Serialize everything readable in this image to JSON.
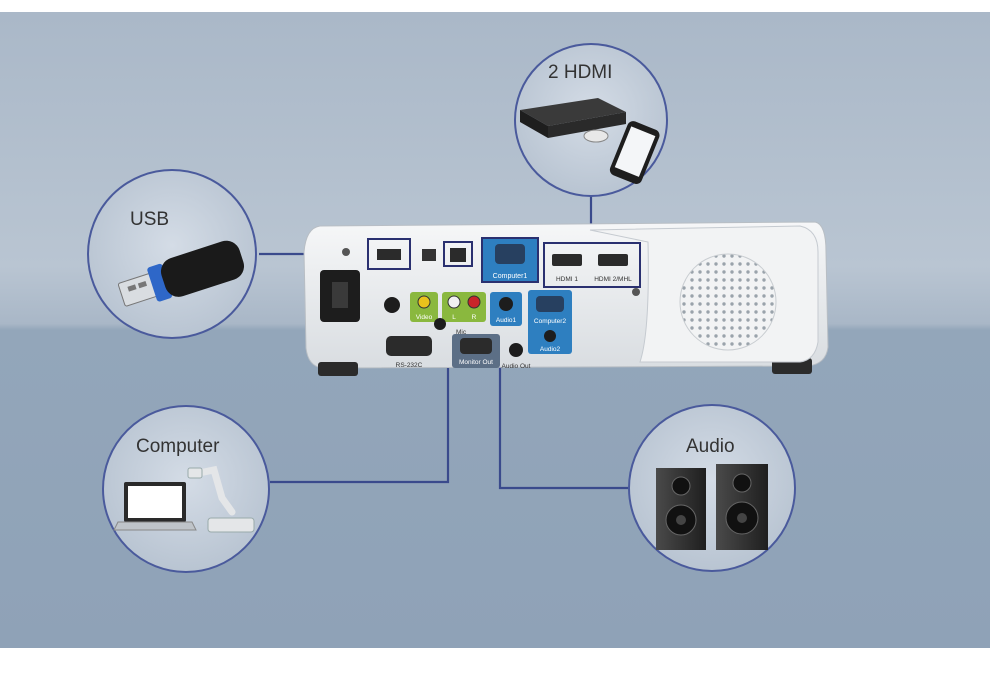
{
  "callouts": {
    "hdmi": {
      "label": "2 HDMI",
      "icon": "hdmi-devices-icon"
    },
    "usb": {
      "label": "USB",
      "icon": "usb-drive-icon"
    },
    "computer": {
      "label": "Computer",
      "icon": "laptop-document-camera-icon"
    },
    "audio": {
      "label": "Audio",
      "icon": "speakers-icon"
    }
  },
  "projector": {
    "ports": {
      "hdmi1": "HDMI 1",
      "hdmi2": "HDMI 2/MHL",
      "computer1": "Computer1",
      "computer2": "Computer2",
      "audio1": "Audio1",
      "audio2": "Audio2",
      "video": "Video",
      "audio_l": "L",
      "audio_r": "R",
      "mic": "Mic",
      "rs232c": "RS-232C",
      "monitor_out": "Monitor Out",
      "audio_out": "Audio Out"
    }
  },
  "colors": {
    "connector_line": "#3a4a8c",
    "circle_stroke": "#4a5a9c",
    "port_blue": "#2e7fc0",
    "projector_body": "#eef0f1"
  }
}
